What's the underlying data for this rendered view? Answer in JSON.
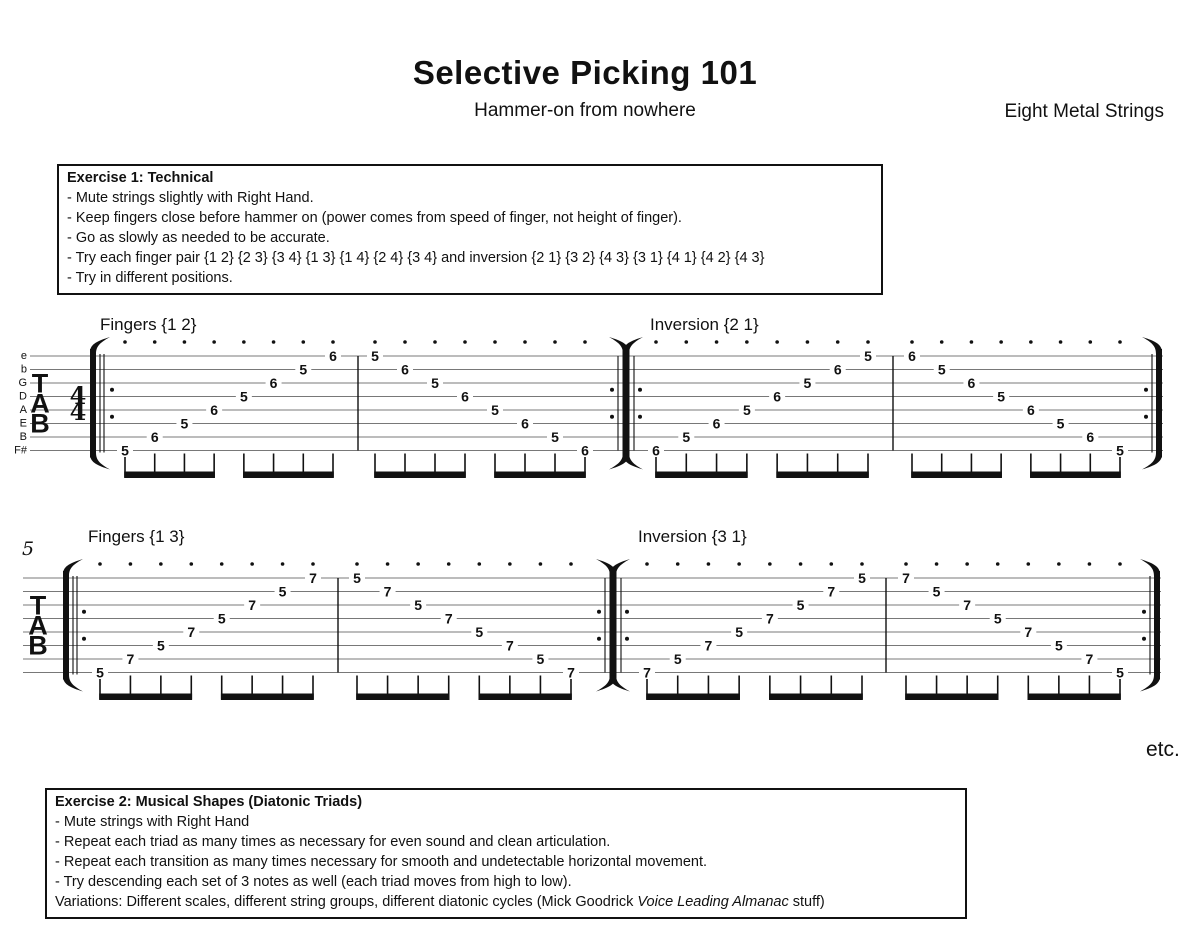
{
  "page": {
    "title": "Selective Picking 101",
    "subtitle": "Hammer-on from nowhere",
    "credit": "Eight Metal Strings",
    "etc": "etc."
  },
  "exercise1": {
    "title": "Exercise 1: Technical",
    "lines": [
      "- Mute strings slightly with Right Hand.",
      "- Keep fingers close before hammer on (power comes from speed of finger, not height of finger).",
      "- Go as slowly as needed to be accurate.",
      "- Try each finger pair {1 2} {2 3} {3 4} {1 3} {1 4} {2 4} {3 4} and inversion {2 1} {3 2} {4 3} {3 1} {4 1} {4 2} {4 3}",
      "- Try in different positions."
    ]
  },
  "exercise2": {
    "title": "Exercise 2: Musical Shapes (Diatonic Triads)",
    "lines": [
      "- Mute strings with Right Hand",
      "- Repeat each triad as many times as necessary for even sound and clean articulation.",
      "- Repeat each transition as many times necessary for smooth and undetectable horizontal movement.",
      "- Try descending each set of 3 notes as well (each triad moves from high to low)."
    ],
    "variations": {
      "prefix": "Variations: Different scales, different string groups, different diatonic cycles (Mick Goodrick ",
      "italic": "Voice Leading Almanac",
      "suffix": " stuff)"
    }
  },
  "tab": {
    "clef": [
      "T",
      "A",
      "B"
    ],
    "time_signature": {
      "numerator": "4",
      "denominator": "4"
    },
    "string_names": [
      "e",
      "b",
      "G",
      "D",
      "A",
      "E",
      "B",
      "F#"
    ],
    "note_format": "[stringIndexFromTop, fret]",
    "staves": [
      {
        "label_left": "Fingers {1 2}",
        "label_right": "Inversion {2 1}",
        "measure_number": "",
        "show_string_names": true,
        "show_time_signature": true,
        "measures": [
          {
            "notes": [
              [
                7,
                5
              ],
              [
                6,
                6
              ],
              [
                5,
                5
              ],
              [
                4,
                6
              ],
              [
                3,
                5
              ],
              [
                2,
                6
              ],
              [
                1,
                5
              ],
              [
                0,
                6
              ]
            ]
          },
          {
            "notes": [
              [
                0,
                5
              ],
              [
                1,
                6
              ],
              [
                2,
                5
              ],
              [
                3,
                6
              ],
              [
                4,
                5
              ],
              [
                5,
                6
              ],
              [
                6,
                5
              ],
              [
                7,
                6
              ]
            ]
          },
          {
            "notes": [
              [
                7,
                6
              ],
              [
                6,
                5
              ],
              [
                5,
                6
              ],
              [
                4,
                5
              ],
              [
                3,
                6
              ],
              [
                2,
                5
              ],
              [
                1,
                6
              ],
              [
                0,
                5
              ]
            ]
          },
          {
            "notes": [
              [
                0,
                6
              ],
              [
                1,
                5
              ],
              [
                2,
                6
              ],
              [
                3,
                5
              ],
              [
                4,
                6
              ],
              [
                5,
                5
              ],
              [
                6,
                6
              ],
              [
                7,
                5
              ]
            ]
          }
        ]
      },
      {
        "label_left": "Fingers {1 3}",
        "label_right": "Inversion {3 1}",
        "measure_number": "5",
        "show_string_names": false,
        "show_time_signature": false,
        "measures": [
          {
            "notes": [
              [
                7,
                5
              ],
              [
                6,
                7
              ],
              [
                5,
                5
              ],
              [
                4,
                7
              ],
              [
                3,
                5
              ],
              [
                2,
                7
              ],
              [
                1,
                5
              ],
              [
                0,
                7
              ]
            ]
          },
          {
            "notes": [
              [
                0,
                5
              ],
              [
                1,
                7
              ],
              [
                2,
                5
              ],
              [
                3,
                7
              ],
              [
                4,
                5
              ],
              [
                5,
                7
              ],
              [
                6,
                5
              ],
              [
                7,
                7
              ]
            ]
          },
          {
            "notes": [
              [
                7,
                7
              ],
              [
                6,
                5
              ],
              [
                5,
                7
              ],
              [
                4,
                5
              ],
              [
                3,
                7
              ],
              [
                2,
                5
              ],
              [
                1,
                7
              ],
              [
                0,
                5
              ]
            ]
          },
          {
            "notes": [
              [
                0,
                7
              ],
              [
                1,
                5
              ],
              [
                2,
                7
              ],
              [
                3,
                5
              ],
              [
                4,
                7
              ],
              [
                5,
                5
              ],
              [
                6,
                7
              ],
              [
                7,
                5
              ]
            ]
          }
        ]
      }
    ]
  }
}
